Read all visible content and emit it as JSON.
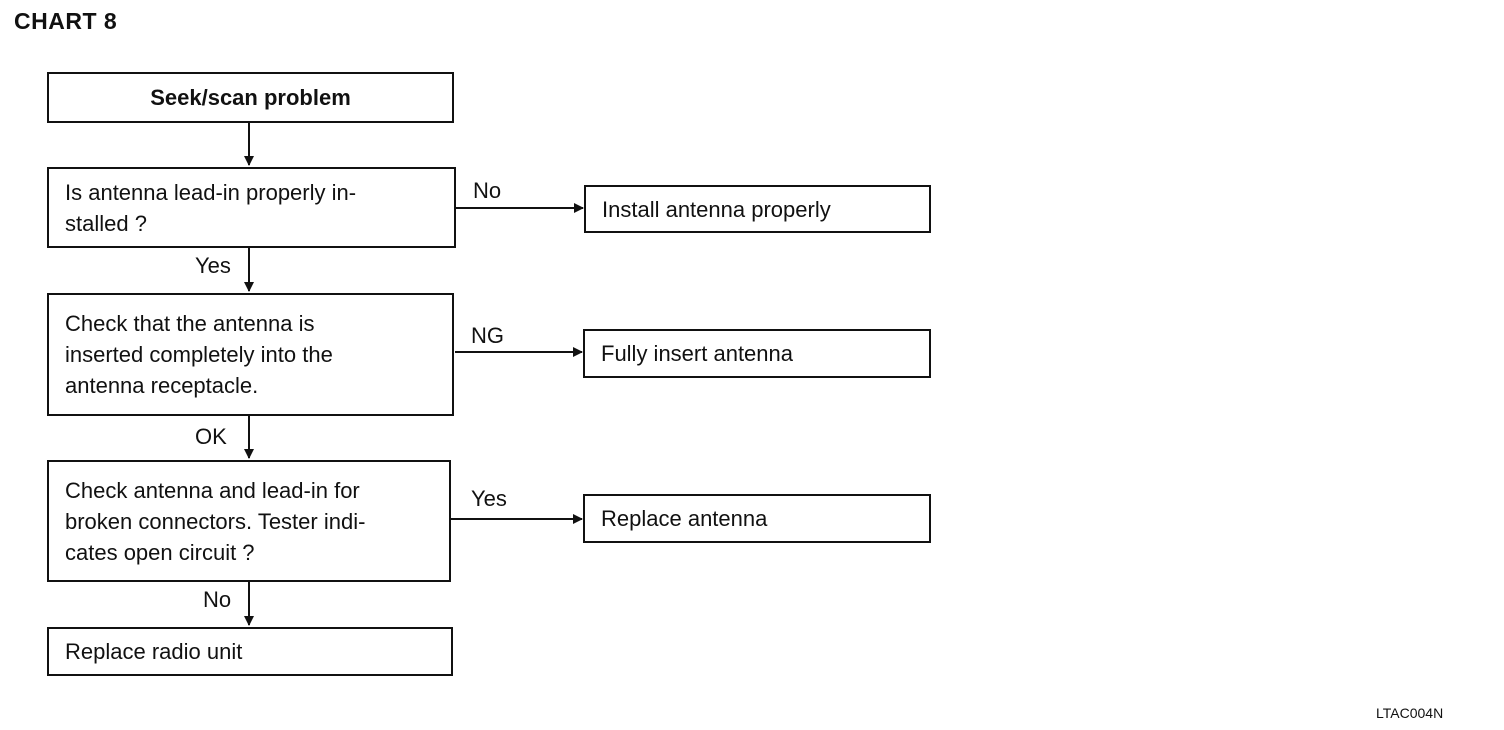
{
  "title": "CHART 8",
  "start": "Seek/scan problem",
  "steps": [
    {
      "question": "Is antenna lead-in properly in-\nstalled ?",
      "side_label": "No",
      "side_action": "Install antenna properly",
      "down_label": "Yes"
    },
    {
      "question": "Check that the antenna is\ninserted completely into the\nantenna receptacle.",
      "side_label": "NG",
      "side_action": "Fully insert antenna",
      "down_label": "OK"
    },
    {
      "question": "Check antenna and lead-in for\nbroken connectors. Tester indi-\ncates open circuit ?",
      "side_label": "Yes",
      "side_action": "Replace antenna",
      "down_label": "No"
    }
  ],
  "end": "Replace radio unit",
  "figure_code": "LTAC004N"
}
